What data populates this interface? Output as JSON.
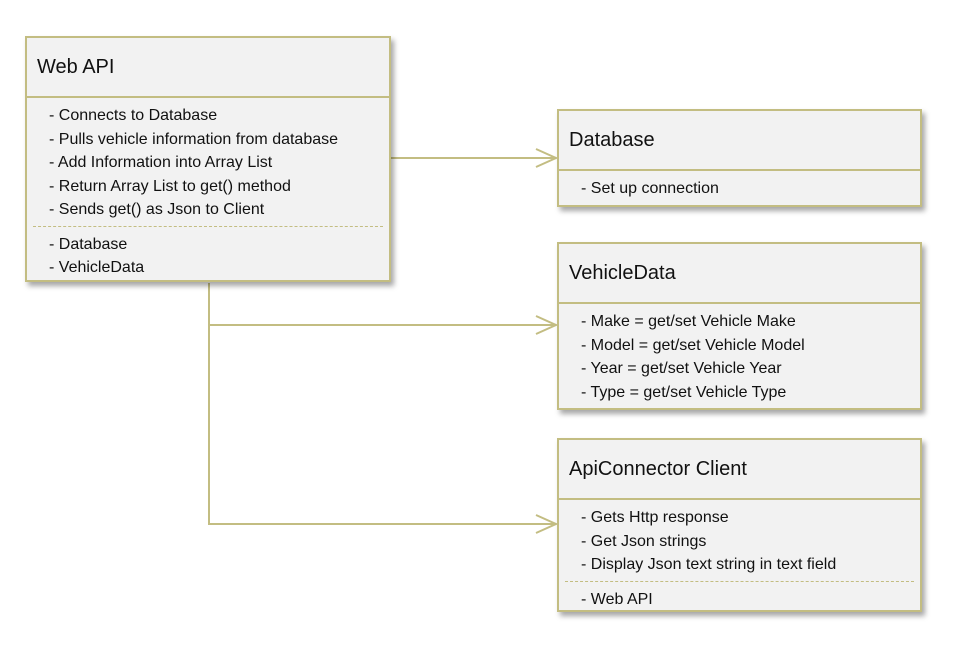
{
  "webapi": {
    "title": "Web API",
    "methods": [
      "- Connects to Database",
      "- Pulls vehicle information from database",
      "- Add Information into Array List",
      "- Return Array List to get() method",
      "- Sends get() as Json to Client"
    ],
    "deps": [
      "- Database",
      "- VehicleData"
    ]
  },
  "database": {
    "title": "Database",
    "methods": [
      "- Set up connection"
    ]
  },
  "vehicledata": {
    "title": "VehicleData",
    "methods": [
      "- Make = get/set Vehicle Make",
      "- Model = get/set Vehicle Model",
      "- Year = get/set Vehicle Year",
      "- Type = get/set Vehicle Type"
    ]
  },
  "apiconnector": {
    "title": "ApiConnector Client",
    "methods": [
      "- Gets Http response",
      "- Get Json strings",
      "- Display Json text string in text field"
    ],
    "deps": [
      "- Web API"
    ]
  },
  "colors": {
    "border": "#c3bd82",
    "fill": "#f2f2f2"
  }
}
